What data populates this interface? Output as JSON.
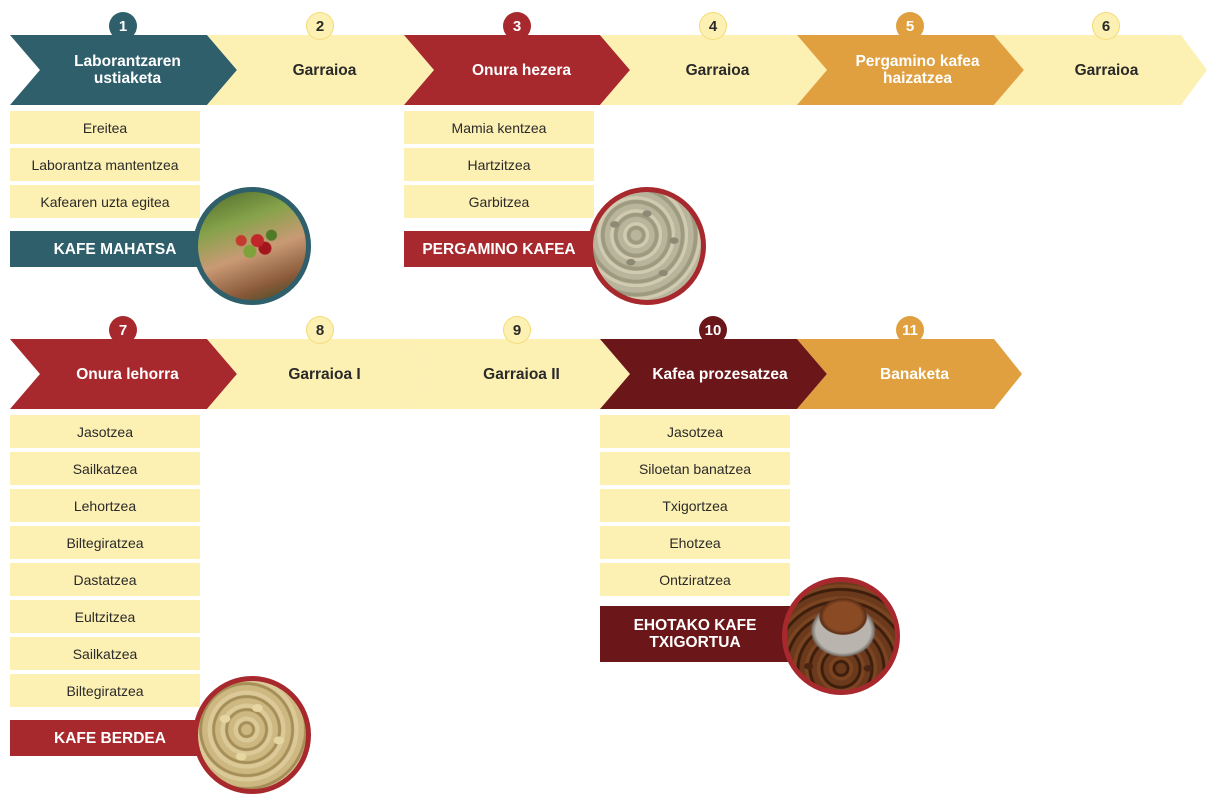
{
  "colors": {
    "teal": "#2f5f6b",
    "red": "#a8292d",
    "darkred": "#6b1719",
    "orange": "#e0a040",
    "cream": "#fdf0b3",
    "cream_text": "#2a2a2a"
  },
  "row1": {
    "steps": [
      {
        "num": "1",
        "label": "Laborantzaren ustiaketa",
        "color": "teal"
      },
      {
        "num": "2",
        "label": "Garraioa",
        "color": "cream"
      },
      {
        "num": "3",
        "label": "Onura hezera",
        "color": "red"
      },
      {
        "num": "4",
        "label": "Garraioa",
        "color": "cream"
      },
      {
        "num": "5",
        "label": "Pergamino kafea haizatzea",
        "color": "orange"
      },
      {
        "num": "6",
        "label": "Garraioa",
        "color": "cream"
      }
    ]
  },
  "row2": {
    "steps": [
      {
        "num": "7",
        "label": "Onura lehorra",
        "color": "red"
      },
      {
        "num": "8",
        "label": "Garraioa I",
        "color": "cream"
      },
      {
        "num": "9",
        "label": "Garraioa II",
        "color": "cream"
      },
      {
        "num": "10",
        "label": "Kafea prozesatzea",
        "color": "darkred"
      },
      {
        "num": "11",
        "label": "Banaketa",
        "color": "orange"
      }
    ]
  },
  "groups": {
    "farm": {
      "substeps": [
        "Ereitea",
        "Laborantza mantentzea",
        "Kafearen uzta egitea"
      ],
      "result": "KAFE MAHATSA",
      "photo": "coffee-cherries-photo"
    },
    "wet": {
      "substeps": [
        "Mamia kentzea",
        "Hartzitzea",
        "Garbitzea"
      ],
      "result": "PERGAMINO KAFEA",
      "photo": "parchment-coffee-photo"
    },
    "dry": {
      "substeps": [
        "Jasotzea",
        "Sailkatzea",
        "Lehortzea",
        "Biltegiratzea",
        "Dastatzea",
        "Eultzitzea",
        "Sailkatzea",
        "Biltegiratzea"
      ],
      "result": "KAFE BERDEA",
      "photo": "green-coffee-photo"
    },
    "process": {
      "substeps": [
        "Jasotzea",
        "Siloetan banatzea",
        "Txigortzea",
        "Ehotzea",
        "Ontziratzea"
      ],
      "result": "EHOTAKO KAFE TXIGORTUA",
      "photo": "ground-roasted-coffee-photo"
    }
  }
}
